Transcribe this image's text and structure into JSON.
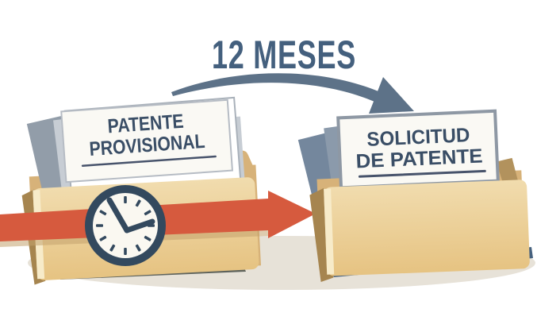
{
  "scene": {
    "title": "12 MESES",
    "left_folder": {
      "label_line1": "PATENTE",
      "label_line2": "PROVISIONAL"
    },
    "right_folder": {
      "label_line1": "SOLICITUD",
      "label_line2": "DE PATENTE"
    },
    "icons": {
      "clock": "clock-icon",
      "curved_arrow": "curved-arrow-icon",
      "straight_arrow": "red-arrow-icon"
    },
    "colors": {
      "title_text": "#44607e",
      "card_text": "#3a4e66",
      "curved_arrow": "#5d7288",
      "red_arrow": "#d65a3e",
      "folder_front": "#e8c78b",
      "folder_back": "#d7b279",
      "clock_ring": "#33495e",
      "clock_face": "#faf8f1",
      "slate_paper": "#74879d",
      "ground_shadow": "#e7e2d8",
      "bottom_strip": "#46617e"
    }
  }
}
